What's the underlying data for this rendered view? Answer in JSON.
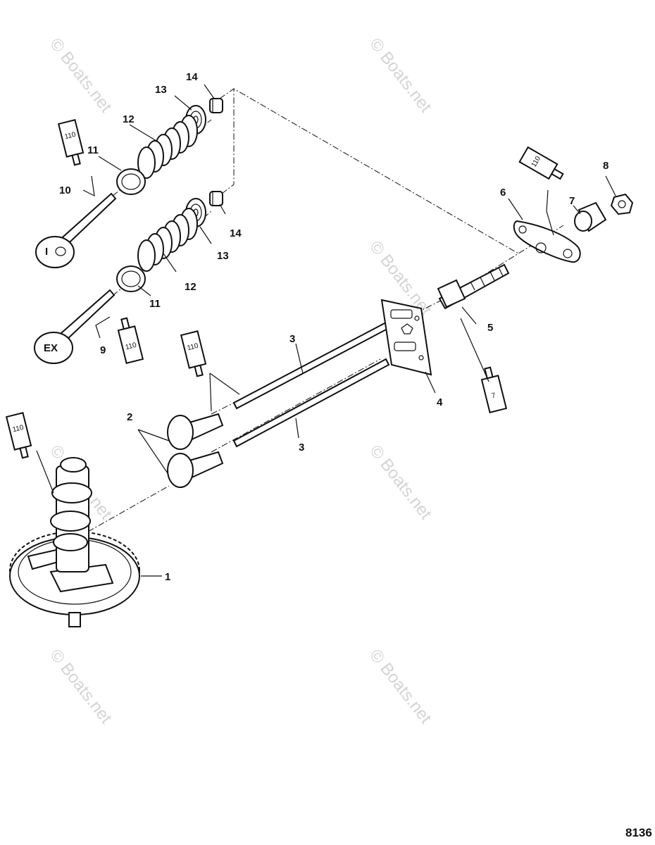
{
  "figure_number": "8136",
  "watermark": "© Boats.net",
  "valve_face_labels": {
    "intake": "I",
    "exhaust": "EX"
  },
  "callouts": [
    "1",
    "2",
    "3",
    "3",
    "4",
    "5",
    "6",
    "7",
    "8",
    "9",
    "10",
    "11",
    "11",
    "12",
    "12",
    "13",
    "13",
    "14",
    "14"
  ],
  "lubricant_tubes": [
    "110",
    "110",
    "110",
    "110",
    "7",
    "110"
  ]
}
